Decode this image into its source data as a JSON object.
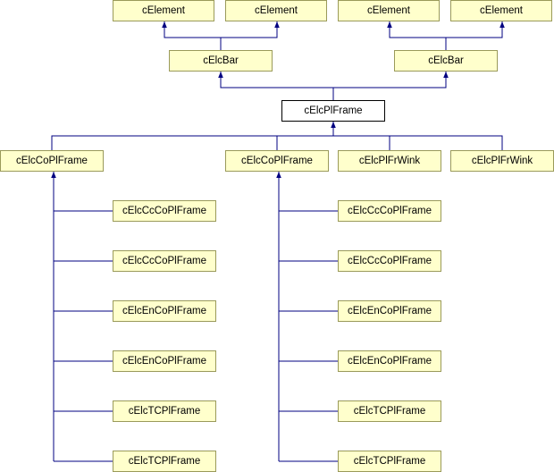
{
  "diagram": {
    "edge_color": "#000080",
    "node_fill": "#ffffcc",
    "focus_fill": "#ffffff",
    "nodes": [
      {
        "id": "el1",
        "label": "cElement"
      },
      {
        "id": "el2",
        "label": "cElement"
      },
      {
        "id": "el3",
        "label": "cElement"
      },
      {
        "id": "el4",
        "label": "cElement"
      },
      {
        "id": "barL",
        "label": "cElcBar"
      },
      {
        "id": "barR",
        "label": "cElcBar"
      },
      {
        "id": "frame",
        "label": "cElcPlFrame"
      },
      {
        "id": "coL",
        "label": "cElcCoPlFrame"
      },
      {
        "id": "coR",
        "label": "cElcCoPlFrame"
      },
      {
        "id": "wink1",
        "label": "cElcPlFrWink"
      },
      {
        "id": "wink2",
        "label": "cElcPlFrWink"
      },
      {
        "id": "l1",
        "label": "cElcCcCoPlFrame"
      },
      {
        "id": "l2",
        "label": "cElcCcCoPlFrame"
      },
      {
        "id": "l3",
        "label": "cElcEnCoPlFrame"
      },
      {
        "id": "l4",
        "label": "cElcEnCoPlFrame"
      },
      {
        "id": "l5",
        "label": "cElcTCPlFrame"
      },
      {
        "id": "l6",
        "label": "cElcTCPlFrame"
      },
      {
        "id": "r1",
        "label": "cElcCcCoPlFrame"
      },
      {
        "id": "r2",
        "label": "cElcCcCoPlFrame"
      },
      {
        "id": "r3",
        "label": "cElcEnCoPlFrame"
      },
      {
        "id": "r4",
        "label": "cElcEnCoPlFrame"
      },
      {
        "id": "r5",
        "label": "cElcTCPlFrame"
      },
      {
        "id": "r6",
        "label": "cElcTCPlFrame"
      }
    ],
    "edges": [
      {
        "from": "barL",
        "to": "el1"
      },
      {
        "from": "barL",
        "to": "el2"
      },
      {
        "from": "barR",
        "to": "el3"
      },
      {
        "from": "barR",
        "to": "el4"
      },
      {
        "from": "frame",
        "to": "barL"
      },
      {
        "from": "frame",
        "to": "barR"
      },
      {
        "from": "coL",
        "to": "frame"
      },
      {
        "from": "coR",
        "to": "frame"
      },
      {
        "from": "wink1",
        "to": "frame"
      },
      {
        "from": "wink2",
        "to": "frame"
      },
      {
        "from": "l1",
        "to": "coL"
      },
      {
        "from": "l2",
        "to": "coL"
      },
      {
        "from": "l3",
        "to": "coL"
      },
      {
        "from": "l4",
        "to": "coL"
      },
      {
        "from": "l5",
        "to": "coL"
      },
      {
        "from": "l6",
        "to": "coL"
      },
      {
        "from": "r1",
        "to": "coR"
      },
      {
        "from": "r2",
        "to": "coR"
      },
      {
        "from": "r3",
        "to": "coR"
      },
      {
        "from": "r4",
        "to": "coR"
      },
      {
        "from": "r5",
        "to": "coR"
      },
      {
        "from": "r6",
        "to": "coR"
      }
    ]
  }
}
